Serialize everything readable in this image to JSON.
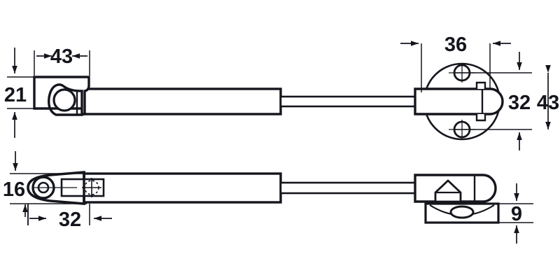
{
  "drawing": {
    "title": "Gas strut / soft-down flap stay dimensioned technical drawing",
    "units": "mm",
    "line_color": "#15161d",
    "fill_color": "#ffffff",
    "background": "#ffffff",
    "views": [
      {
        "name": "side-elevation-view",
        "position": "top",
        "components": [
          {
            "name": "mounting-bracket-left",
            "label": "hinge bracket with pivot hole"
          },
          {
            "name": "cylinder-body",
            "label": "gas cylinder body"
          },
          {
            "name": "piston-rod",
            "label": "piston rod"
          },
          {
            "name": "end-fitting-right",
            "label": "rounded end fitting"
          },
          {
            "name": "round-mounting-plate",
            "label": "circular mounting plate with two screw holes"
          }
        ]
      },
      {
        "name": "plan-view",
        "position": "bottom",
        "components": [
          {
            "name": "eye-fitting-left",
            "label": "oval eye fitting with bore"
          },
          {
            "name": "cylinder-body",
            "label": "gas cylinder body"
          },
          {
            "name": "piston-rod",
            "label": "piston rod"
          },
          {
            "name": "end-fitting-right",
            "label": "rounded end fitting"
          },
          {
            "name": "catch-plate",
            "label": "catch plate with oval aperture"
          }
        ]
      }
    ]
  },
  "dimensions": {
    "top_left_width": "43",
    "top_left_height": "21",
    "top_right_width": "36",
    "top_right_inner_height": "32",
    "top_right_outer_height": "43",
    "bottom_left_height": "16",
    "bottom_left_width": "32",
    "bottom_right_height": "9"
  }
}
